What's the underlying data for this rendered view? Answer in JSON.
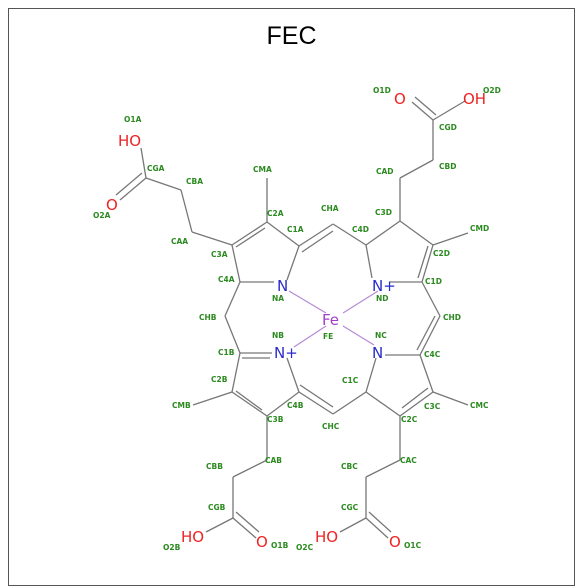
{
  "title": "FEC",
  "colors": {
    "bond": "#777777",
    "oxygen": "#ee2222",
    "nitrogen": "#2a2ac8",
    "iron": "#a040c8",
    "atom_label": "#2b8a1f"
  },
  "elements": {
    "fe": "Fe",
    "na": "N",
    "nb": "N+",
    "nc": "N",
    "nd": "N+",
    "o_a1": "HO",
    "o_a2": "O",
    "o_d1": "O",
    "o_d2": "OH",
    "o_b1": "HO",
    "o_b2": "O",
    "o_c1": "HO",
    "o_c2": "O"
  },
  "atom_labels": [
    "O1A",
    "CGA",
    "O2A",
    "CBA",
    "CAA",
    "CMA",
    "C2A",
    "C3A",
    "C4A",
    "C1A",
    "CHA",
    "NA",
    "O1D",
    "O2D",
    "CGD",
    "CBD",
    "CAD",
    "C3D",
    "C4D",
    "C2D",
    "CMD",
    "C1D",
    "ND",
    "CHD",
    "CHB",
    "NB",
    "FE",
    "NC",
    "C1B",
    "C2B",
    "CMB",
    "C3B",
    "C4B",
    "CAB",
    "CBB",
    "CGB",
    "O2B",
    "O1B",
    "C1C",
    "C4C",
    "C3C",
    "CMC",
    "C2C",
    "CHC",
    "CAC",
    "CBC",
    "CGC",
    "O2C",
    "O1C"
  ]
}
